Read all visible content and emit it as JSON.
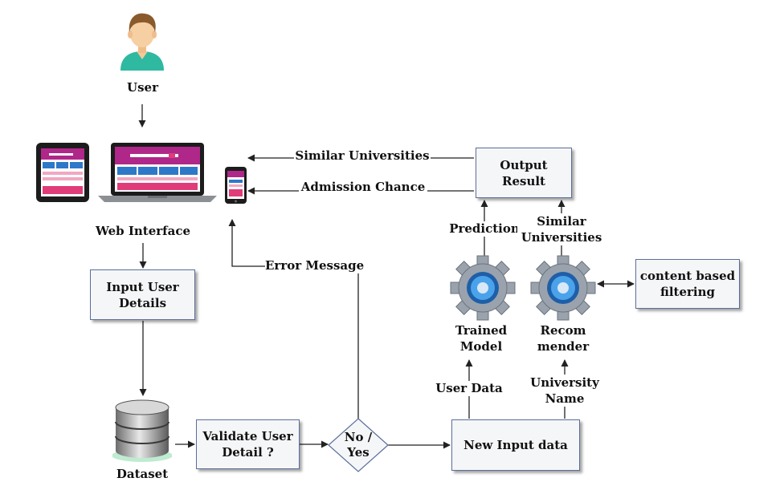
{
  "nodes": {
    "user": "User",
    "web_interface": "Web Interface",
    "input_user_details": "Input User\nDetails",
    "dataset": "Dataset",
    "validate_user_detail": "Validate User\nDetail ?",
    "decision": "No /\nYes",
    "new_input_data": "New Input data",
    "trained_model": "Trained\nModel",
    "recommender": "Recom\nmender",
    "content_based_filtering": "content based\nfiltering",
    "output_result": "Output\nResult"
  },
  "edges": {
    "similar_universities_out": "Similar Universities",
    "admission_chance": "Admission Chance",
    "error_message": "Error Message",
    "prediction": "Prediction",
    "similar_universities": "Similar\nUniversities",
    "user_data": "User Data",
    "university_name": "University\nName"
  },
  "icons": [
    "user-icon",
    "tablet-icon",
    "laptop-icon",
    "phone-icon",
    "database-icon",
    "gear-icon"
  ],
  "colors": {
    "box_fill": "#f5f6f8",
    "box_border": "#5a6f9a",
    "arrow": "#222222",
    "gear": "#9aa3ad",
    "gear_hub": "#2e78c8",
    "screen_header": "#b0278a",
    "screen_blocks": "#e03c7a"
  }
}
